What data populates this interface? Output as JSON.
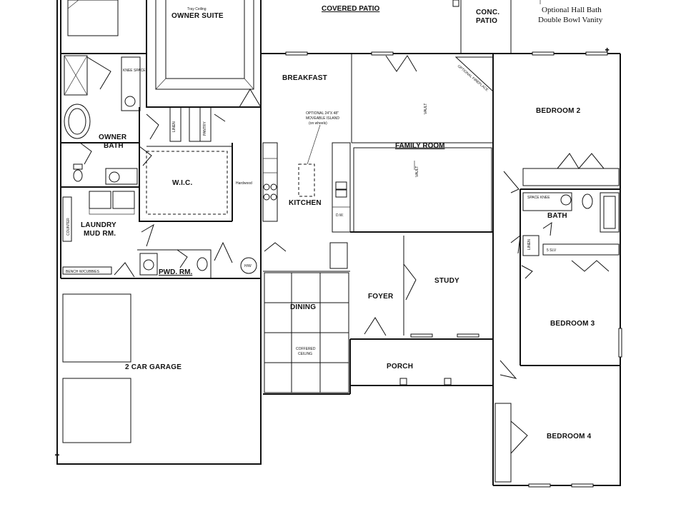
{
  "plan": {
    "labels": {
      "covered_patio": "COVERED PATIO",
      "conc_patio_1": "CONC.",
      "conc_patio_2": "PATIO",
      "hall_bath_note_1": "Optional Hall Bath",
      "hall_bath_note_2": "Double Bowl Vanity",
      "tray_ceiling": "Tray Ceiling",
      "owner_suite": "OWNER SUITE",
      "breakfast": "BREAKFAST",
      "owner_bath_1": "OWNER",
      "owner_bath_2": "BATH",
      "linen": "LINEN",
      "pantry": "PANTRY",
      "wic": "W.I.C.",
      "hardwood": "Hardwood",
      "island_note_1": "OPTIONAL 24\"X 48\"",
      "island_note_2": "MOVEABLE ISLAND",
      "island_note_3": "(on wheels)",
      "kitchen": "KITCHEN",
      "dw": "D.W.",
      "family_room": "FAMILY ROOM",
      "vault": "VAULT",
      "bedroom2": "BEDROOM 2",
      "space_knee": "SPACE KNEE",
      "bath": "BATH",
      "linen2": "LINEN",
      "shelf": "5 SLV",
      "laundry_1": "LAUNDRY",
      "laundry_2": "MUD RM.",
      "counter": "COUNTER",
      "pwd_rm": "PWD. RM.",
      "hw": "H/W",
      "bench": "BENCH W/CUBBIES",
      "dining": "DINING",
      "coffered_1": "COFFERED",
      "coffered_2": "CEILING",
      "foyer": "FOYER",
      "study": "STUDY",
      "bedroom3": "BEDROOM 3",
      "garage": "2 CAR GARAGE",
      "porch": "PORCH",
      "bedroom4": "BEDROOM 4",
      "fireplace": "OPTIONAL FIREPLACE",
      "knee_space": "KNEE SPACE"
    }
  }
}
